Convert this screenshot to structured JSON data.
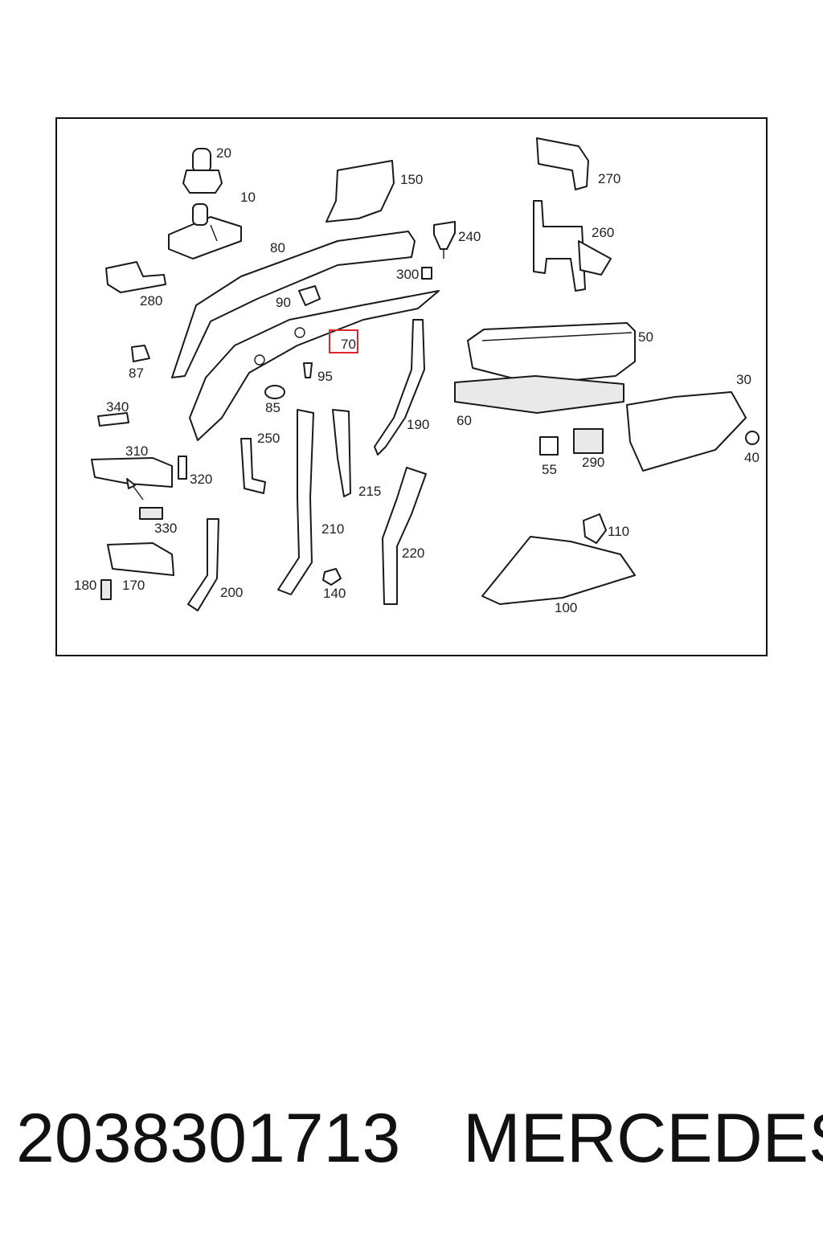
{
  "diagram": {
    "labels": {
      "p10": "10",
      "p20": "20",
      "p30": "30",
      "p40": "40",
      "p50": "50",
      "p55": "55",
      "p60": "60",
      "p70": "70",
      "p80": "80",
      "p85": "85",
      "p87": "87",
      "p90": "90",
      "p95": "95",
      "p100": "100",
      "p110": "110",
      "p140": "140",
      "p150": "150",
      "p170": "170",
      "p180": "180",
      "p190": "190",
      "p200": "200",
      "p210": "210",
      "p215": "215",
      "p220": "220",
      "p240": "240",
      "p250": "250",
      "p260": "260",
      "p270": "270",
      "p280": "280",
      "p290": "290",
      "p300": "300",
      "p310": "310",
      "p320": "320",
      "p330": "330",
      "p340": "340"
    },
    "highlighted_part": "70",
    "highlight_color": "#e0262a"
  },
  "caption": {
    "part_number": "2038301713",
    "brand": "MERCEDES"
  }
}
